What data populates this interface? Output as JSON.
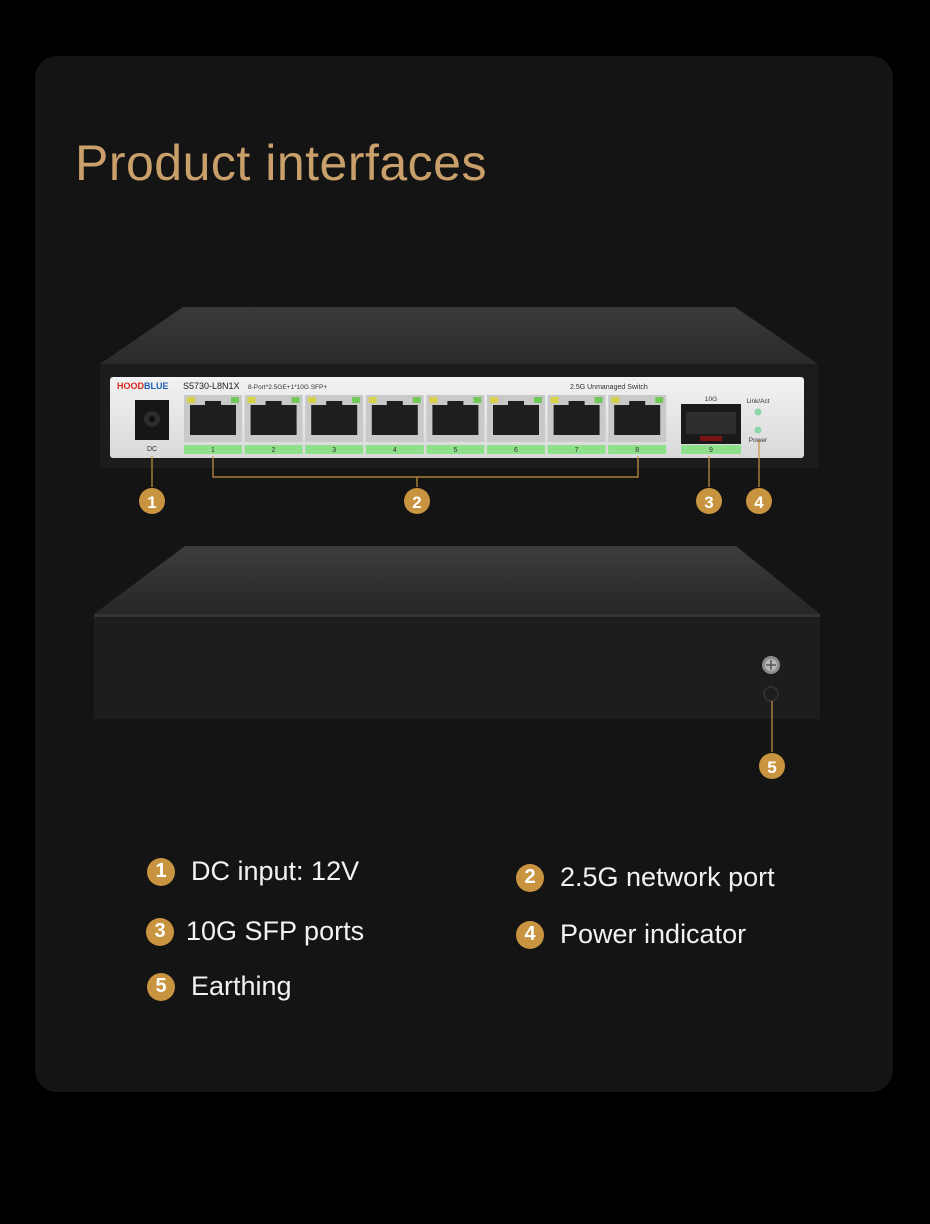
{
  "page": {
    "title": "Product interfaces"
  },
  "device_front": {
    "brand": "HOODBLUE",
    "model": "S5730-L8N1X",
    "spec": "8-Port*2.5GE+1*10G SFP+",
    "type": "2.5G Unmanaged Switch",
    "dc_label": "DC",
    "sfp_label": "10G",
    "link_label": "Link/Act",
    "power_label": "Power",
    "port_numbers": [
      "1",
      "2",
      "3",
      "4",
      "5",
      "6",
      "7",
      "8"
    ],
    "sfp_number": "9"
  },
  "callouts": [
    "1",
    "2",
    "3",
    "4",
    "5"
  ],
  "legend": [
    {
      "num": "1",
      "text": "DC input: 12V"
    },
    {
      "num": "2",
      "text": "2.5G network port"
    },
    {
      "num": "3",
      "text": "10G SFP ports"
    },
    {
      "num": "4",
      "text": "Power indicator"
    },
    {
      "num": "5",
      "text": "Earthing"
    }
  ],
  "colors": {
    "accent": "#c9943f",
    "title": "#c9a06a",
    "port_green": "#8ee08a",
    "brand_red": "#d9261c",
    "brand_blue": "#1f5fb3"
  }
}
